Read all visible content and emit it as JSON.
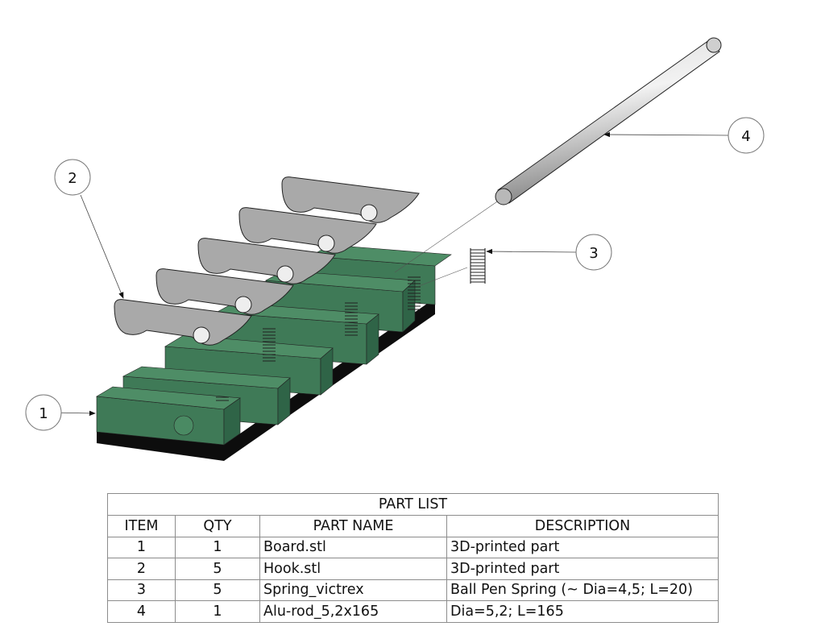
{
  "drawing": {
    "balloons": [
      {
        "id": "1",
        "label": "1",
        "target": "Board"
      },
      {
        "id": "2",
        "label": "2",
        "target": "Hook"
      },
      {
        "id": "3",
        "label": "3",
        "target": "Spring"
      },
      {
        "id": "4",
        "label": "4",
        "target": "Alu-rod"
      }
    ],
    "colors": {
      "board_green": "#3f7a57",
      "board_green_top": "#4a8a63",
      "board_base": "#0d0d0d",
      "hook_gray": "#a9a9a9",
      "rod_gray": "#9a9a9a",
      "line": "#222222"
    },
    "hook_count": 5,
    "spring_count": 5
  },
  "part_list": {
    "title": "PART LIST",
    "headers": [
      "ITEM",
      "QTY",
      "PART NAME",
      "DESCRIPTION"
    ],
    "rows": [
      {
        "item": "1",
        "qty": "1",
        "part_name": "Board.stl",
        "description": "3D-printed part"
      },
      {
        "item": "2",
        "qty": "5",
        "part_name": "Hook.stl",
        "description": "3D-printed part"
      },
      {
        "item": "3",
        "qty": "5",
        "part_name": "Spring_victrex",
        "description": "Ball Pen Spring (~ Dia=4,5; L=20)"
      },
      {
        "item": "4",
        "qty": "1",
        "part_name": "Alu-rod_5,2x165",
        "description": "Dia=5,2; L=165"
      }
    ]
  }
}
